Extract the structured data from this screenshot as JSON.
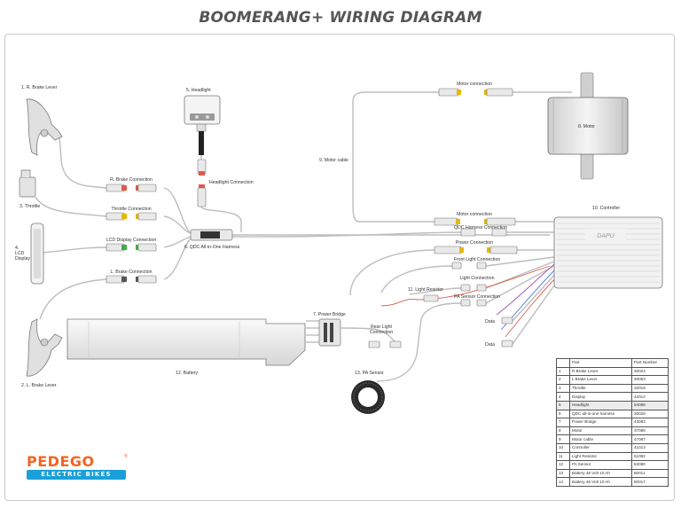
{
  "title": "BOOMERANG+ WIRING DIAGRAM",
  "labels": {
    "r_brake_lever": "1. R. Brake Lever",
    "throttle": "3. Throttle",
    "lcd_display": "4.\nLCD\nDisplay",
    "l_brake_lever": "2. L. Brake Lever",
    "headlight": "5. Headlight",
    "headlight_connection": "Headlight Connection",
    "r_brake_connection": "R. Brake Connection",
    "throttle_connection": "Throttle Connection",
    "lcd_display_connection": "LCD Display Connection",
    "l_brake_connection": "L. Brake Connection",
    "qdc_harness": "6. QDC All-in-One Harness",
    "motor_connection_top": "Motor connection",
    "motor": "8. Motor",
    "motor_cable": "9. Motor cable",
    "controller": "10. Controller",
    "motor_connection": "Motor connection",
    "qdc_harness_connection": "QDC Harness Connection",
    "power_connection": "Power Connection",
    "front_light_connection": "Front Light Connection",
    "light_connection": "Light Connection",
    "light_resistor": "11. Light Resistor",
    "pa_sensor_connection": "PA Sensor Connection",
    "data_1": "Data",
    "data_2": "Data",
    "power_bridge": "7. Power Bridge",
    "rear_light_connection": "Rear Light\nConnection",
    "battery": "12. Battery",
    "pa_sensor": "13. PA Sensor",
    "controller_brand": "DAPU"
  },
  "parts_table": {
    "headers": [
      "",
      "Part",
      "Part Number"
    ],
    "rows": [
      [
        "1",
        "R Brake Lever",
        "30024"
      ],
      [
        "2",
        "L Brake Lever",
        "30053"
      ],
      [
        "3",
        "Throttle",
        "32016"
      ],
      [
        "4",
        "Display",
        "42012"
      ],
      [
        "5",
        "Headlight",
        "54088"
      ],
      [
        "6",
        "QDC all-in-one harness",
        "30029"
      ],
      [
        "7",
        "Power Bridge",
        "43083"
      ],
      [
        "8",
        "Motor",
        "37089"
      ],
      [
        "9",
        "Motor cable",
        "47087"
      ],
      [
        "10",
        "Controller",
        "41013"
      ],
      [
        "11",
        "Light Resistor",
        "51082"
      ],
      [
        "12",
        "PA Sensor",
        "53080"
      ],
      [
        "13",
        "Battery 48 Volt 10 Ah",
        "80011"
      ],
      [
        "14",
        "Battery 48 Volt 10 Ah",
        "80017"
      ]
    ],
    "highlight_row": 4
  },
  "logo": {
    "word": "PEDEGO",
    "registered": "®",
    "tagline": "ELECTRIC BIKES",
    "brand_color": "#f26522",
    "tag_color": "#1a9fd9"
  },
  "wire_colors": {
    "main": "#b8b8b8",
    "red": "#e05a4e",
    "yellow": "#e6b800",
    "green": "#3cb043",
    "blue": "#5a7fd6",
    "purple": "#9b59b6"
  }
}
